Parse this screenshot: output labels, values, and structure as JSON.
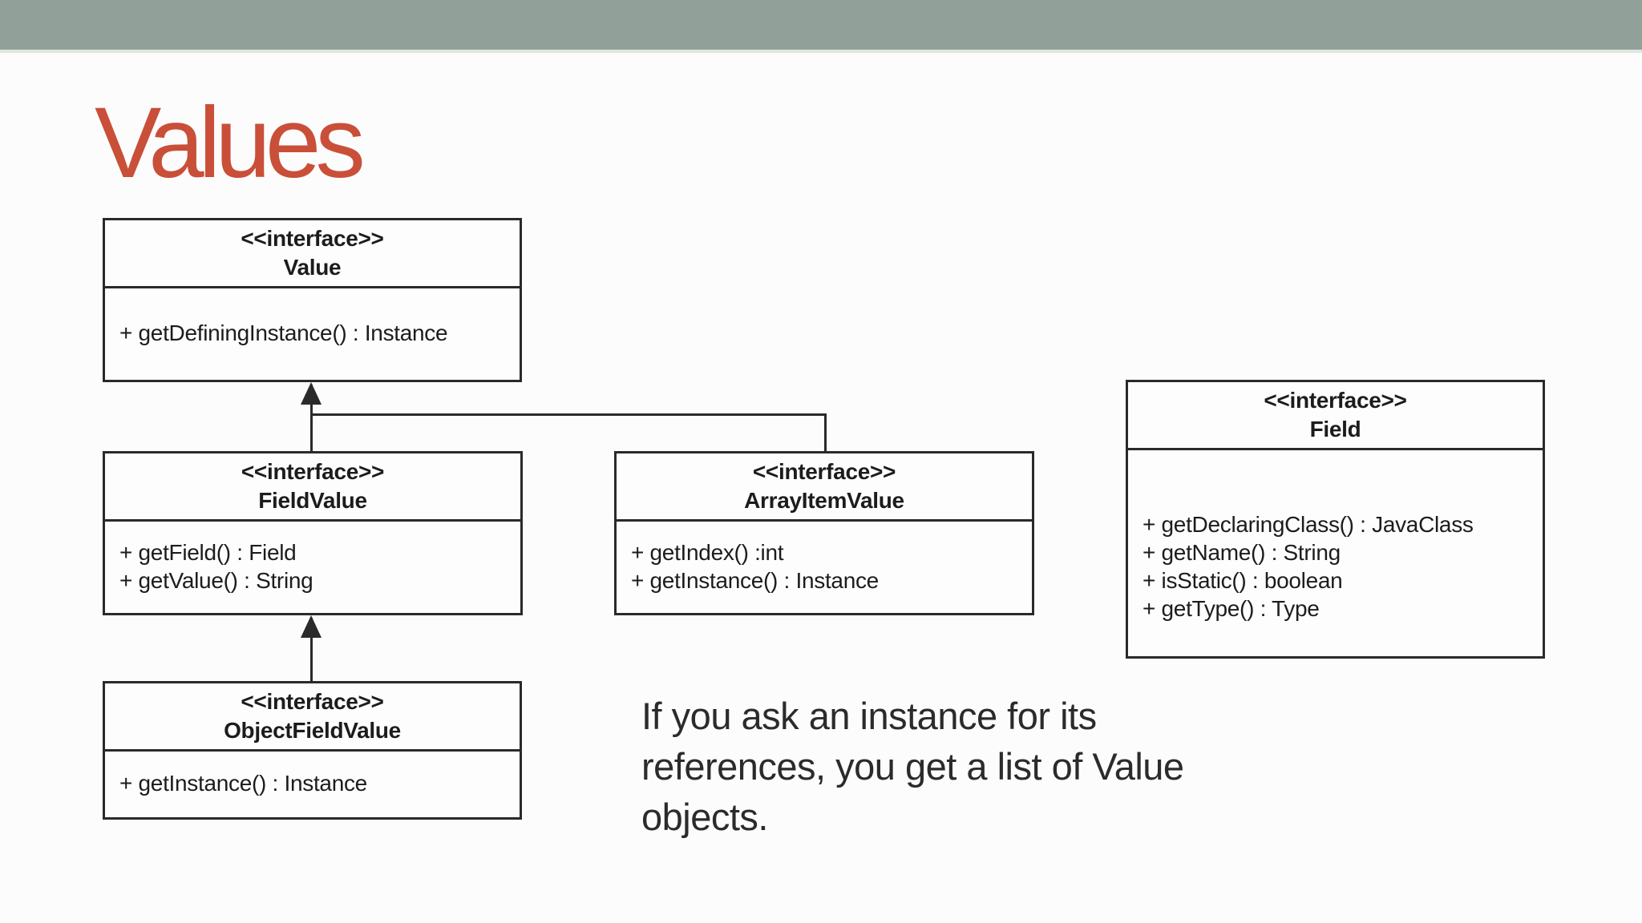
{
  "slide": {
    "title": "Values",
    "colors": {
      "accent_bar": "#91a199",
      "accent_bar_edge": "#dfe7e0",
      "title": "#c94f38",
      "diagram_line": "#2a2a2a",
      "note_text": "#2b2b2b",
      "background": "#fcfcfc"
    },
    "note": {
      "lines": [
        "If you ask an instance for its",
        "references, you get a list of Value",
        "objects."
      ]
    }
  },
  "diagram": {
    "type": "uml-class-diagram",
    "classes": [
      {
        "name": "Value",
        "stereotype": "<<interface>>",
        "methods": [
          "+ getDefiningInstance() : Instance"
        ]
      },
      {
        "name": "FieldValue",
        "stereotype": "<<interface>>",
        "methods": [
          "+ getField() : Field",
          "+ getValue() : String"
        ]
      },
      {
        "name": "ArrayItemValue",
        "stereotype": "<<interface>>",
        "methods": [
          "+ getIndex() :int",
          "+ getInstance() : Instance"
        ]
      },
      {
        "name": "ObjectFieldValue",
        "stereotype": "<<interface>>",
        "methods": [
          "+ getInstance() : Instance"
        ]
      },
      {
        "name": "Field",
        "stereotype": "<<interface>>",
        "methods": [
          "+ getDeclaringClass() : JavaClass",
          "+ getName() : String",
          "+ isStatic() : boolean",
          "+ getType() : Type"
        ]
      }
    ],
    "relations": [
      {
        "from": "FieldValue",
        "to": "Value",
        "type": "generalization"
      },
      {
        "from": "ArrayItemValue",
        "to": "Value",
        "type": "generalization"
      },
      {
        "from": "ObjectFieldValue",
        "to": "FieldValue",
        "type": "generalization"
      }
    ]
  }
}
